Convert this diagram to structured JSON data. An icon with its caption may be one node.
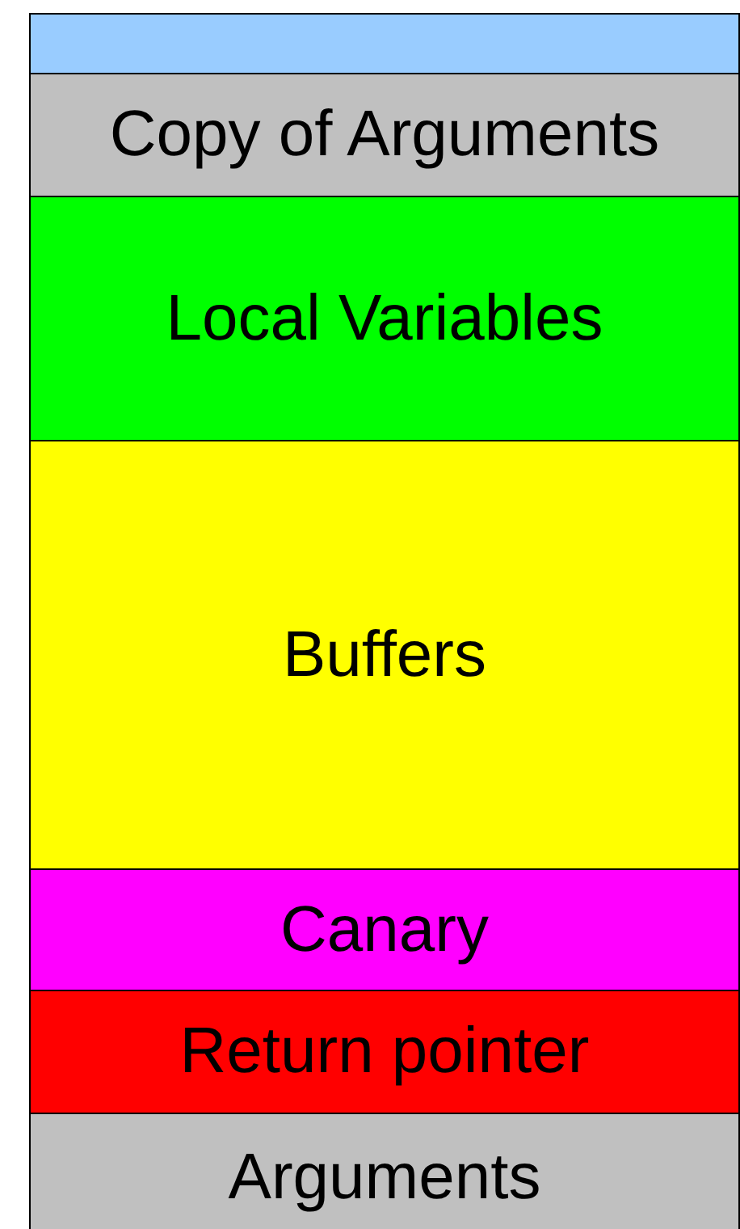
{
  "diagram": {
    "nodes": [
      {
        "text": [],
        "shape": "box"
      },
      {
        "text": [
          "Copy of Arguments"
        ]
      },
      {
        "text": [
          "Local Variables"
        ]
      },
      {
        "text": [
          "Buffers"
        ]
      },
      {
        "text": [
          "Canary"
        ]
      },
      {
        "text": [
          "Return pointer"
        ]
      },
      {
        "text": [
          "Arguments"
        ]
      }
    ]
  }
}
